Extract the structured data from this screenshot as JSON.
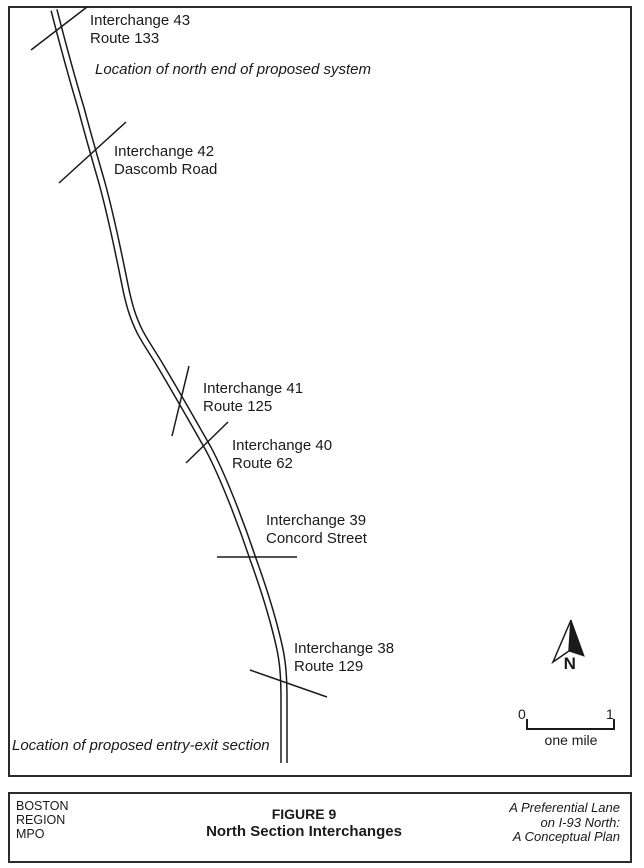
{
  "map": {
    "notes": {
      "north_end": "Location of north end of proposed system",
      "entry_exit": "Location of proposed entry-exit section"
    },
    "interchanges": [
      {
        "name": "Interchange 43",
        "road": "Route 133"
      },
      {
        "name": "Interchange 42",
        "road": "Dascomb Road"
      },
      {
        "name": "Interchange 41",
        "road": "Route 125"
      },
      {
        "name": "Interchange 40",
        "road": "Route 62"
      },
      {
        "name": "Interchange 39",
        "road": "Concord Street"
      },
      {
        "name": "Interchange 38",
        "road": "Route 129"
      }
    ],
    "compass": {
      "label": "N"
    },
    "scale": {
      "start": "0",
      "end": "1",
      "caption": "one mile"
    }
  },
  "footer": {
    "agency": [
      "BOSTON",
      "REGION",
      "MPO"
    ],
    "figure_label": "FIGURE 9",
    "figure_title": "North Section Interchanges",
    "report": [
      "A Preferential Lane",
      "on I-93 North:",
      "A Conceptual Plan"
    ]
  },
  "colors": {
    "ink": "#1a1a1a",
    "frame": "#2b2b2b",
    "background": "#ffffff"
  }
}
